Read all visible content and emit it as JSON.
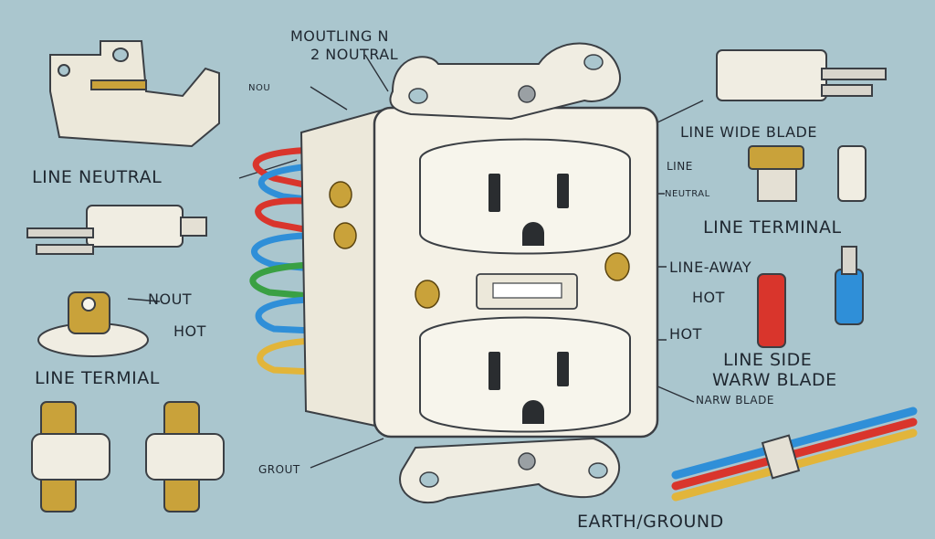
{
  "labels": {
    "mounting": "MOUTLING N",
    "two_neutral": "2 NOUTRAL",
    "nou": "NOU",
    "line_neutral": "LINE NEUTRAL",
    "nout": "NOUT",
    "hot_left": "HOT",
    "line_terminal_left": "LINE TERMIAL",
    "grout": "GROUT",
    "line_wide_blade": "LINE    WIDE BLADE",
    "line_small": "LINE",
    "neutral_small": "NEUTRAL",
    "line_terminal_right": "LINE TERMINAL",
    "line_away": "LINE-AWAY",
    "hot_right_1": "HOT",
    "hot_right_2": "HOT",
    "line_side": "LINE SIDE",
    "warw_blade": "WARW BLADE",
    "narw_blade": "NARW BLADE",
    "earth_ground": "EARTH/GROUND"
  },
  "colors": {
    "background": "#aac6ce",
    "outlet_body": "#f4f1e6",
    "outline": "#3b3f44",
    "brass": "#c9a23a",
    "wire_red": "#d9352c",
    "wire_blue": "#2f8fd8",
    "wire_green": "#3aa043",
    "wire_yellow": "#e2b53a"
  }
}
